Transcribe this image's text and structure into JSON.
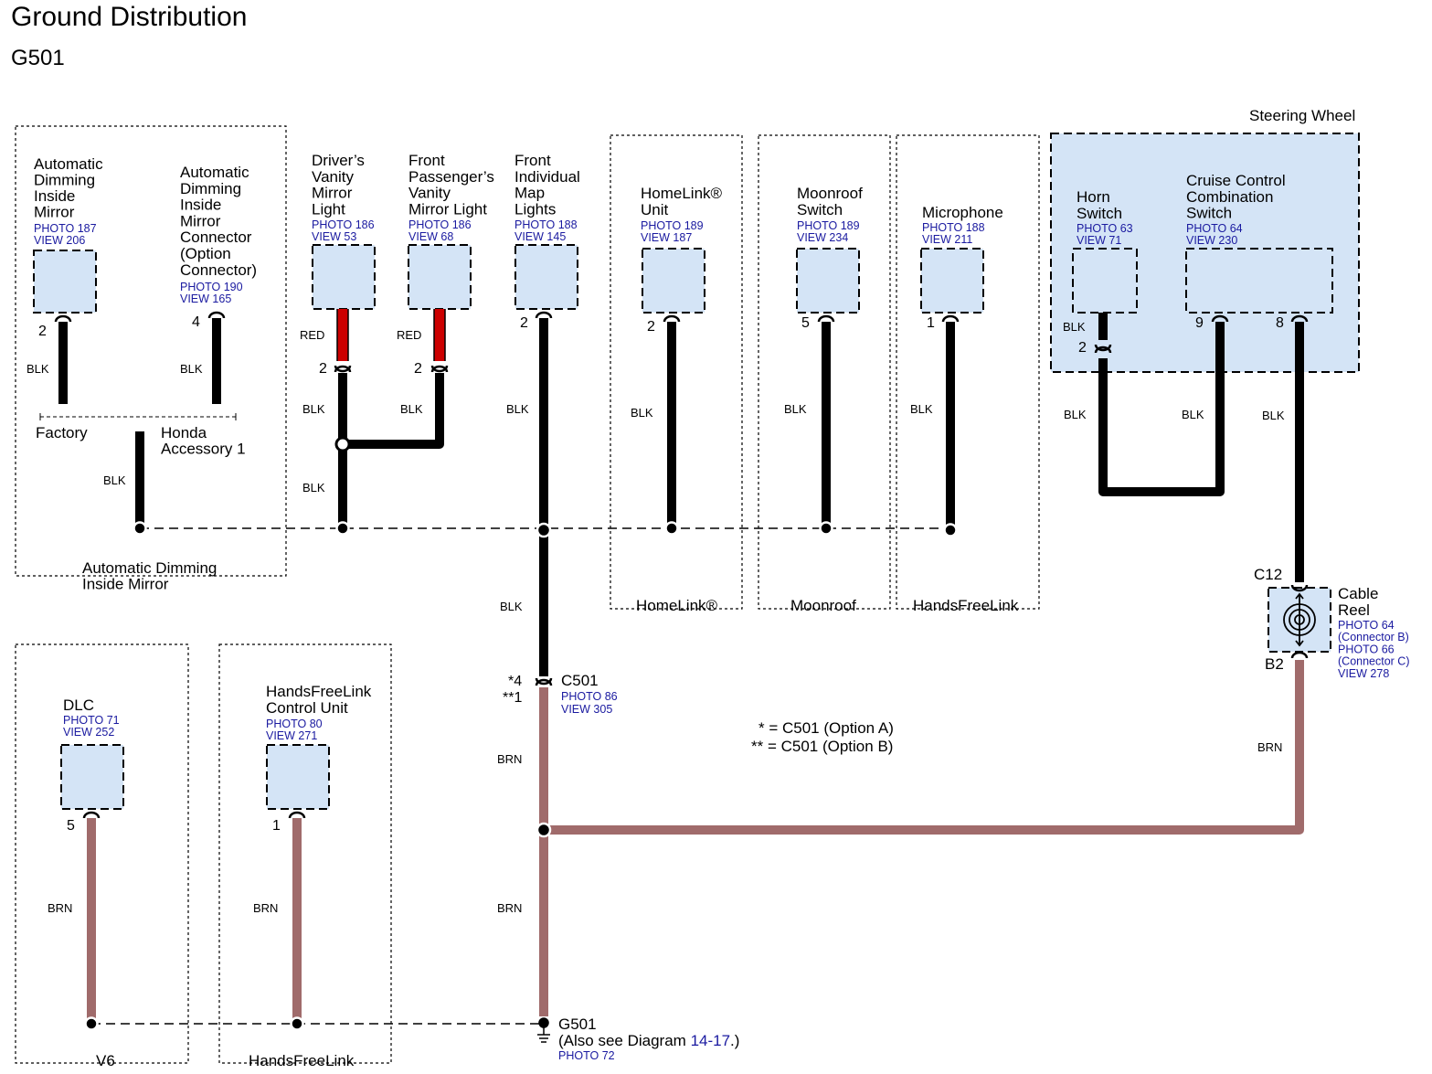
{
  "header": {
    "title": "Ground Distribution",
    "subtitle": "G501"
  },
  "colors": {
    "component_fill": "#d4e4f6",
    "blk": "#000000",
    "red": "#cc0000",
    "brn": "#a06b6b",
    "ref": "#1a1aa0"
  },
  "components": {
    "adm": {
      "lines": [
        "Automatic",
        "Dimming",
        "Inside",
        "Mirror"
      ],
      "refs": [
        "PHOTO 187",
        "VIEW 206"
      ],
      "pin": "2",
      "wire": "BLK"
    },
    "admc": {
      "lines": [
        "Automatic",
        "Dimming",
        "Inside",
        "Mirror",
        "Connector",
        "(Option",
        "Connector)"
      ],
      "refs": [
        "PHOTO 190",
        "VIEW 165"
      ],
      "pin": "4",
      "wire": "BLK"
    },
    "dvm": {
      "lines": [
        "Driver’s",
        "Vanity",
        "Mirror",
        "Light"
      ],
      "refs": [
        "PHOTO 186",
        "VIEW 53"
      ],
      "pin": "2",
      "wire_top": "RED",
      "wire_bottom": "BLK"
    },
    "fpv": {
      "lines": [
        "Front",
        "Passenger’s",
        "Vanity",
        "Mirror Light"
      ],
      "refs": [
        "PHOTO 186",
        "VIEW 68"
      ],
      "pin": "2",
      "wire_top": "RED",
      "wire_bottom": "BLK"
    },
    "fim": {
      "lines": [
        "Front",
        "Individual",
        "Map",
        "Lights"
      ],
      "refs": [
        "PHOTO 188",
        "VIEW 145"
      ],
      "pin": "2",
      "wire": "BLK"
    },
    "hlu": {
      "lines": [
        "HomeLink®",
        "Unit"
      ],
      "refs": [
        "PHOTO 189",
        "VIEW 187"
      ],
      "pin": "2",
      "wire": "BLK"
    },
    "mrs": {
      "lines": [
        "Moonroof",
        "Switch"
      ],
      "refs": [
        "PHOTO 189",
        "VIEW 234"
      ],
      "pin": "5",
      "wire": "BLK"
    },
    "mic": {
      "lines": [
        "Microphone"
      ],
      "refs": [
        "PHOTO 188",
        "VIEW 211"
      ],
      "pin": "1",
      "wire": "BLK"
    },
    "horn": {
      "lines": [
        "Horn",
        "Switch"
      ],
      "refs": [
        "PHOTO 63",
        "VIEW 71"
      ],
      "pin": "2",
      "wire": "BLK"
    },
    "ccs": {
      "lines": [
        "Cruise Control",
        "Combination",
        "Switch"
      ],
      "refs": [
        "PHOTO 64",
        "VIEW 230"
      ],
      "pin_a": "9",
      "pin_b": "8",
      "wire": "BLK"
    },
    "dlc": {
      "lines": [
        "DLC"
      ],
      "refs": [
        "PHOTO 71",
        "VIEW 252"
      ],
      "pin": "5",
      "wire": "BRN"
    },
    "hfl": {
      "lines": [
        "HandsFreeLink",
        "Control Unit"
      ],
      "refs": [
        "PHOTO 80",
        "VIEW 271"
      ],
      "pin": "1",
      "wire": "BRN"
    }
  },
  "misc": {
    "steering_wheel": "Steering Wheel",
    "factory": "Factory",
    "honda_accessory": [
      "Honda",
      "Accessory 1"
    ],
    "adm_group": [
      "Automatic Dimming",
      "Inside Mirror"
    ],
    "blk": "BLK",
    "brn": "BRN",
    "fim_lower_wire": "BLK",
    "grp_homelink": "HomeLink®",
    "grp_moonroof": "Moonroof",
    "grp_handsfree": "HandsFreeLink",
    "grp_v6": "V6",
    "grp_hfl_bottom": "HandsFreeLink",
    "cable_reel": {
      "lines": [
        "Cable",
        "Reel"
      ],
      "refs": [
        "PHOTO 64",
        "(Connector B)",
        "PHOTO 66",
        "(Connector C)",
        "VIEW 278"
      ],
      "top_conn": "C12",
      "bottom_conn": "B2"
    },
    "c501": {
      "name": "C501",
      "pin_a": "*4",
      "pin_b": "**1",
      "refs": [
        "PHOTO 86",
        "VIEW 305"
      ]
    },
    "notes": [
      "* = C501 (Option A)",
      "** = C501 (Option B)"
    ],
    "g501": {
      "name": "G501",
      "also_prefix": "(Also see Diagram ",
      "also_link": "14-17",
      "also_suffix": ".)",
      "ref": "PHOTO 72"
    }
  }
}
